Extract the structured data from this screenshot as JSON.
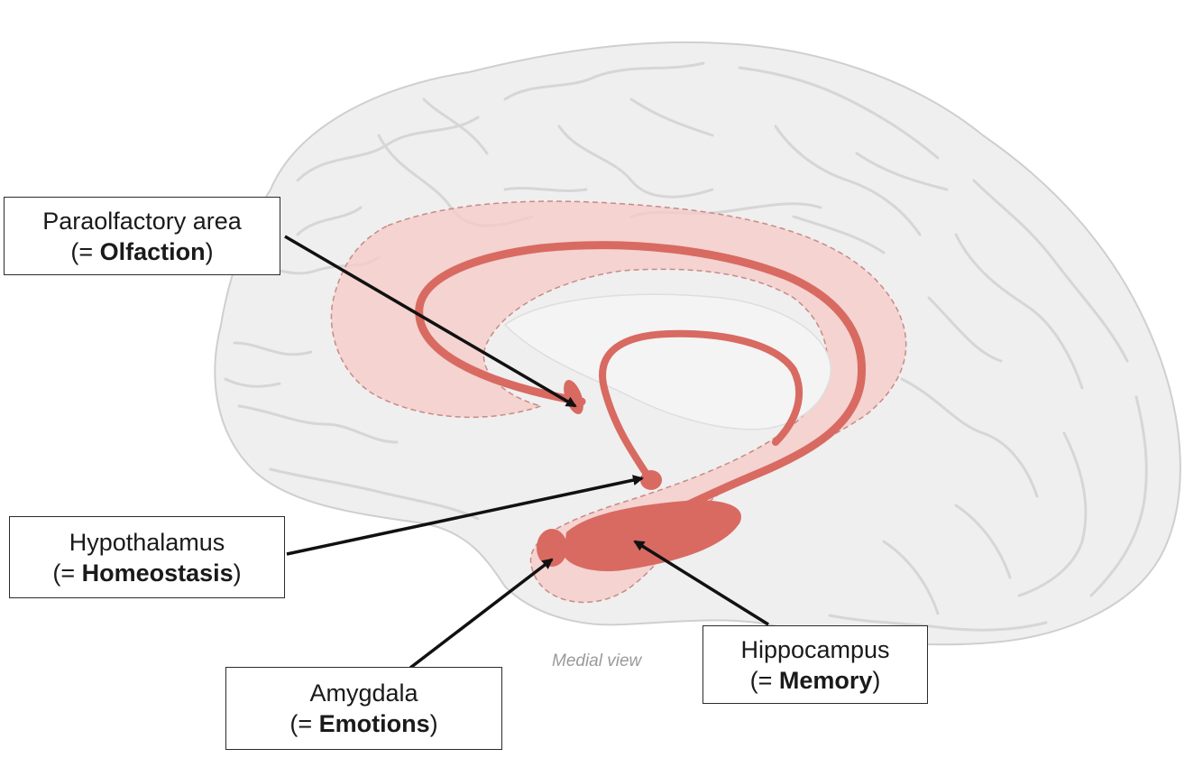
{
  "diagram": {
    "caption": "Medial view",
    "colors": {
      "background": "#ffffff",
      "brain_fill": "#efefef",
      "brain_fold": "#d4d4d4",
      "limbic_fill": "#f6c9c6",
      "limbic_dash": "#c98a86",
      "structure": "#d86a62",
      "arrow": "#111111",
      "box_border": "#2b2b2b"
    },
    "labels": [
      {
        "id": "paraolfactory",
        "name": "Paraolfactory area",
        "open": "(= ",
        "function": "Olfaction",
        "close": ")"
      },
      {
        "id": "hypothalamus",
        "name": "Hypothalamus",
        "open": "(= ",
        "function": "Homeostasis",
        "close": ")"
      },
      {
        "id": "amygdala",
        "name": "Amygdala",
        "open": "(= ",
        "function": "Emotions",
        "close": ")"
      },
      {
        "id": "hippocampus",
        "name": "Hippocampus",
        "open": "(= ",
        "function": "Memory",
        "close": ")"
      }
    ]
  }
}
